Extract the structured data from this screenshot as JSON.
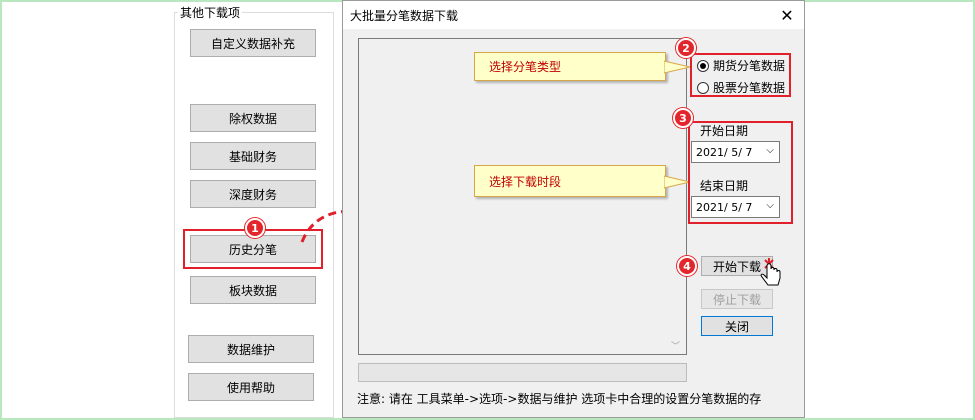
{
  "side_panel": {
    "group_title": "其他下载项",
    "buttons": [
      "自定义数据补充",
      "除权数据",
      "基础财务",
      "深度财务",
      "历史分笔",
      "板块数据",
      "数据维护",
      "使用帮助"
    ]
  },
  "dialog": {
    "title": "大批量分笔数据下载",
    "close_glyph": "✕",
    "radio_options": [
      "期货分笔数据",
      "股票分笔数据"
    ],
    "selected_radio": 0,
    "start_label": "开始日期",
    "end_label": "结束日期",
    "start_date": "2021/ 5/ 7",
    "end_date": "2021/ 5/ 7",
    "start_button": "开始下载",
    "stop_button": "停止下载",
    "close_button": "关闭",
    "note": "注意: 请在 工具菜单->选项->数据与维护 选项卡中合理的设置分笔数据的存"
  },
  "annotations": {
    "badges": [
      "1",
      "2",
      "3",
      "4"
    ],
    "callout_type": "选择分笔类型",
    "callout_period": "选择下载时段"
  },
  "colors": {
    "highlight": "#e0202a",
    "callout_bg": "#ffffc9",
    "callout_text": "#c00000"
  }
}
